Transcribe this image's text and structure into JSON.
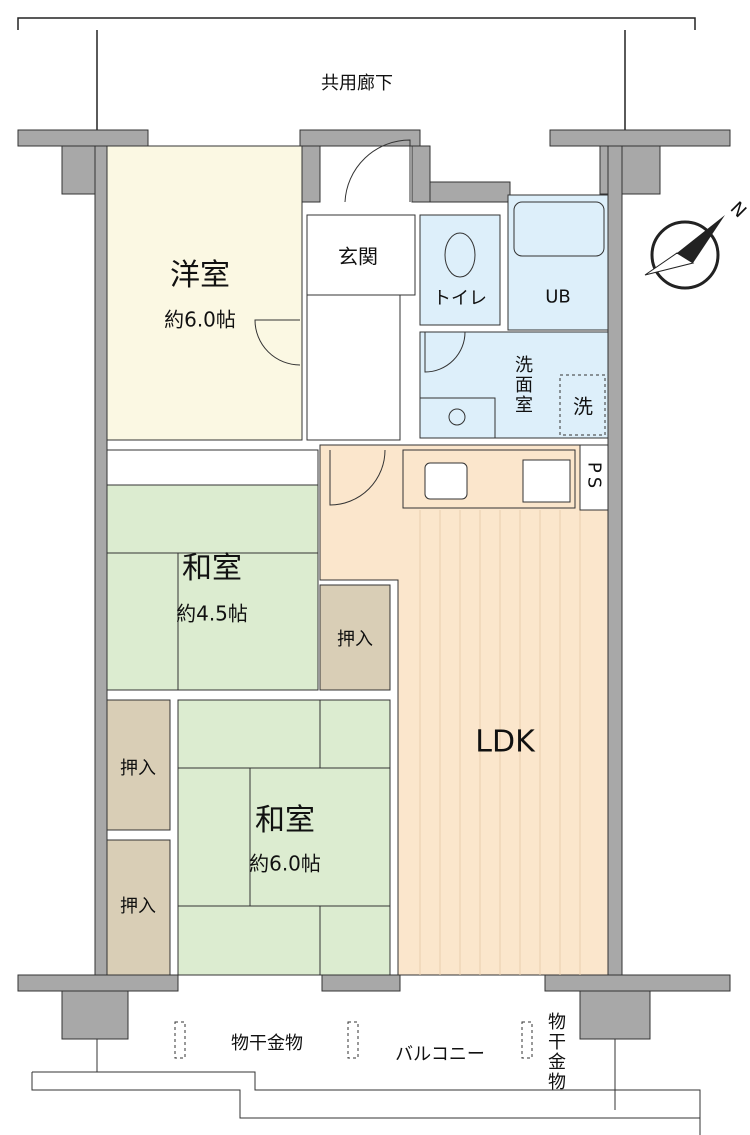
{
  "corridor": "共用廊下",
  "rooms": {
    "western": {
      "name": "洋室",
      "size": "約6.0帖"
    },
    "entrance": "玄関",
    "toilet": "トイレ",
    "bath": "UB",
    "washroom": "洗面室",
    "washer": "洗",
    "ps": "PS",
    "japanese_a": {
      "name": "和室",
      "size": "約4.5帖"
    },
    "closet_a": "押入",
    "ldk": "LDK",
    "closet_b": "押入",
    "closet_c": "押入",
    "japanese_b": {
      "name": "和室",
      "size": "約6.0帖"
    }
  },
  "balcony": {
    "label": "バルコニー",
    "hanger_left": "物干金物",
    "hanger_right": "物干金物"
  },
  "compass": {
    "label": "N",
    "icon": "north-arrow-icon"
  },
  "colors": {
    "wall": "#a8a8a8",
    "western": "#fbf8e3",
    "japanese": "#dcecd0",
    "ldk": "#fbe6cc",
    "wet": "#ddeffa",
    "closet": "#d9ceb6"
  }
}
